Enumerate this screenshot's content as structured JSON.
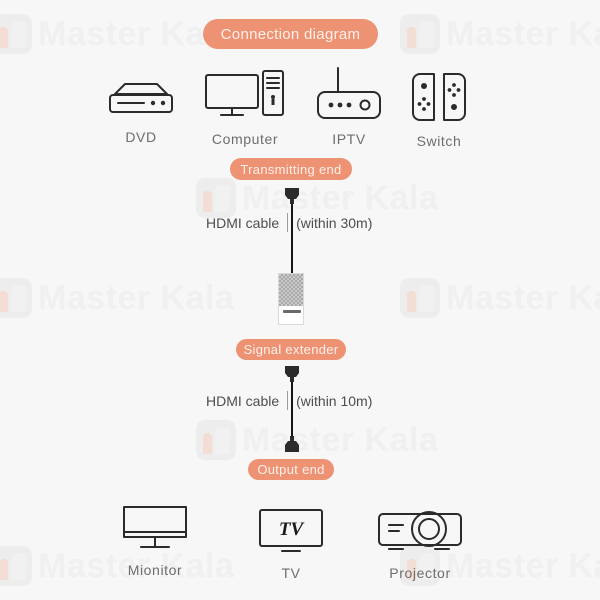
{
  "page": {
    "title_badge": "Connection diagram",
    "background_color": "#f7f7f7",
    "accent_color": "#ee9274",
    "line_color": "#2b2b2b",
    "label_color": "#6d6d6d"
  },
  "watermark": {
    "text": "Master Kala",
    "color": "#f0f0f0"
  },
  "sources": {
    "heading": "Connection diagram",
    "items": [
      {
        "id": "dvd",
        "label": "DVD",
        "icon": "dvd-player-icon"
      },
      {
        "id": "computer",
        "label": "Computer",
        "icon": "desktop-computer-icon"
      },
      {
        "id": "iptv",
        "label": "IPTV",
        "icon": "router-icon"
      },
      {
        "id": "switch",
        "label": "Switch",
        "icon": "game-console-icon"
      }
    ]
  },
  "chain": {
    "transmitting_badge": "Transmitting end",
    "extender_badge": "Signal extender",
    "output_badge": "Output end",
    "cable_top": {
      "name": "HDMI cable",
      "distance": "(within 30m)"
    },
    "cable_bottom": {
      "name": "HDMI cable",
      "distance": "(within 10m)"
    }
  },
  "outputs": {
    "items": [
      {
        "id": "monitor",
        "label": "Mionitor",
        "icon": "monitor-icon"
      },
      {
        "id": "tv",
        "label": "TV",
        "icon": "tv-icon",
        "screen_text": "TV"
      },
      {
        "id": "projector",
        "label": "Projector",
        "icon": "projector-icon"
      }
    ]
  }
}
